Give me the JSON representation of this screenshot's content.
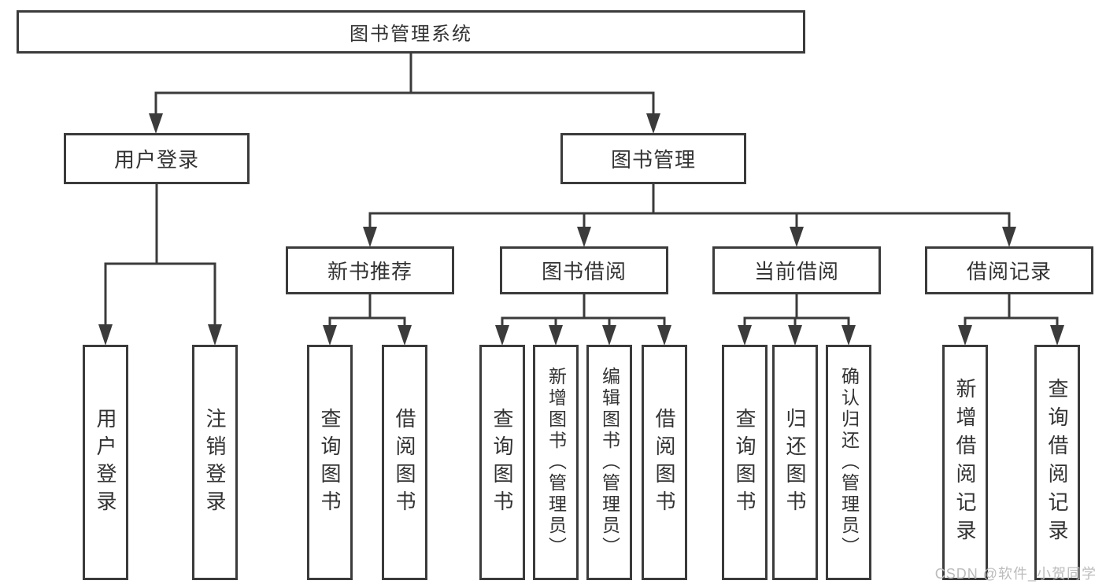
{
  "title": "图书管理系统",
  "watermark": "CSDN @软件_小贺同学",
  "colors": {
    "line": "#3b3b3b",
    "box_border": "#3b3b3b",
    "text": "#333333",
    "background": "#ffffff",
    "watermark": "#bcbcbc"
  },
  "nodes": {
    "root": "图书管理系统",
    "branches": [
      {
        "label": "用户登录"
      },
      {
        "label": "图书管理"
      }
    ],
    "sections": [
      {
        "label": "新书推荐"
      },
      {
        "label": "图书借阅"
      },
      {
        "label": "当前借阅"
      },
      {
        "label": "借阅记录"
      }
    ],
    "leaves": {
      "login": [
        "用户登录",
        "注销登录"
      ],
      "recommend": [
        "查询图书",
        "借阅图书"
      ],
      "borrow": [
        "查询图书",
        "新增图书（管理员）",
        "编辑图书（管理员）",
        "借阅图书"
      ],
      "current": [
        "查询图书",
        "归还图书",
        "确认归还（管理员）"
      ],
      "records": [
        "新增借阅记录",
        "查询借阅记录"
      ]
    }
  }
}
